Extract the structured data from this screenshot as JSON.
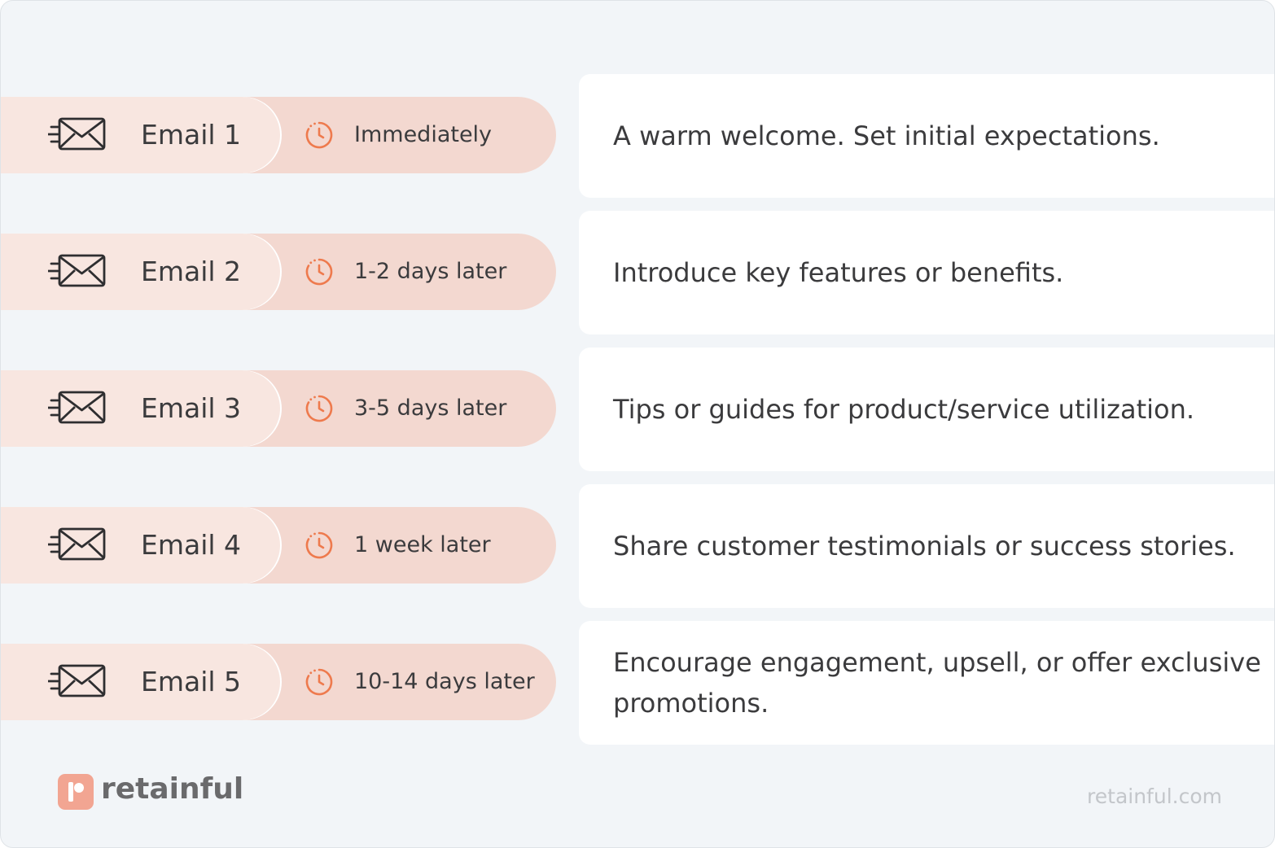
{
  "steps": [
    {
      "email": "Email 1",
      "timing": "Immediately",
      "description": "A warm welcome. Set initial expectations."
    },
    {
      "email": "Email 2",
      "timing": "1-2 days later",
      "description": "Introduce key features or benefits."
    },
    {
      "email": "Email 3",
      "timing": "3-5 days later",
      "description": "Tips or guides for product/service utilization."
    },
    {
      "email": "Email 4",
      "timing": "1 week later",
      "description": "Share customer testimonials or success stories."
    },
    {
      "email": "Email 5",
      "timing": "10-14 days later",
      "description": "Encourage engagement, upsell, or offer exclusive promotions."
    }
  ],
  "icons": {
    "email": "mail-icon",
    "timing": "clock-icon"
  },
  "colors": {
    "background": "#f2f5f8",
    "timing_pill": "#f3d8d0",
    "email_pill": "#f8e6e0",
    "accent": "#ee7a4d",
    "card": "#ffffff",
    "logo": "#f2a592"
  },
  "brand": {
    "name": "retainful",
    "url": "retainful.com"
  }
}
